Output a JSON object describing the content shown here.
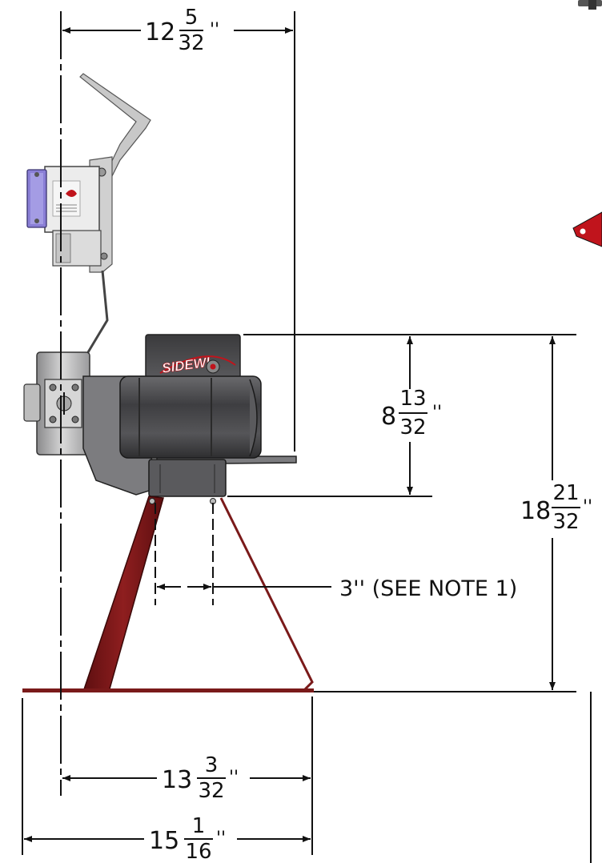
{
  "dimensions": {
    "top_width": {
      "whole": "12",
      "num": "5",
      "den": "32",
      "unit": "''"
    },
    "motor_height": {
      "whole": "8",
      "num": "13",
      "den": "32",
      "unit": "''"
    },
    "total_height": {
      "whole": "18",
      "num": "21",
      "den": "32",
      "unit": "''"
    },
    "base_inner": {
      "whole": "13",
      "num": "3",
      "den": "32",
      "unit": "''"
    },
    "base_outer": {
      "whole": "15",
      "num": "1",
      "den": "16",
      "unit": "''"
    }
  },
  "note_callout": "3'' (SEE NOTE 1)",
  "motor_logo": "SIDEWI",
  "colors": {
    "line": "#111111",
    "stand": "#7a1a1a",
    "motor": "#4a4a4c",
    "accent_red": "#c0141c",
    "bracket": "#b8b8b8",
    "clear_cover": "#8a7fd6"
  }
}
